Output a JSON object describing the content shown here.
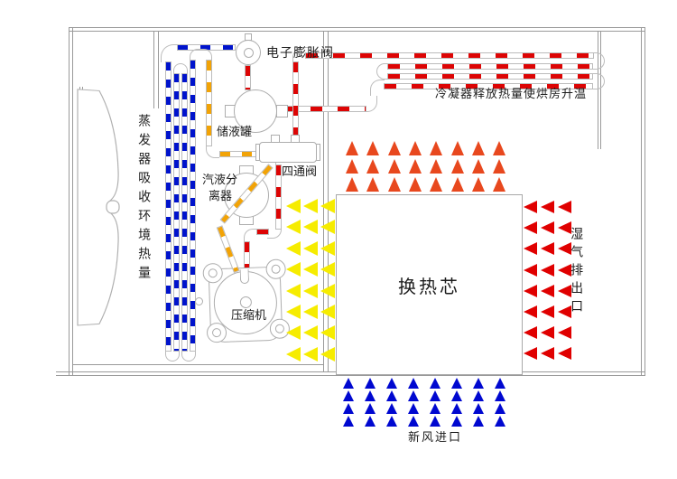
{
  "diagram": {
    "title_visible": false,
    "labels": {
      "expansion_valve": "电子膨胀阀",
      "receiver_tank": "储液罐",
      "separator_line1": "汽液分",
      "separator_line2": "离器",
      "four_way_valve": "四通阀",
      "compressor": "压缩机",
      "heat_core": "换热芯",
      "condenser_note": "冷凝器释放热量使烘房升温",
      "evaporator_note": "蒸发器吸收环境热量",
      "wet_air_outlet": "湿气排出口",
      "fresh_air_inlet": "新风进口"
    },
    "colors": {
      "evaporator_pipe": "#0013cc",
      "condenser_pipe": "#dd0404",
      "suction_pipe": "#f2a306",
      "hot_air_arrow": "#e8481e",
      "exhaust_air_arrow": "#e00000",
      "return_air_arrow": "#f6ec00",
      "fresh_air_arrow": "#0008d0",
      "pipe_outline": "#bcbcbc",
      "wall": "#9a9a9a"
    },
    "arrow_groups": [
      {
        "name": "condenser-airflow-arrows",
        "direction": "up",
        "count": 8,
        "color_key": "hot_air_arrow"
      },
      {
        "name": "exhaust-air-arrows",
        "direction": "left",
        "count": 8,
        "color_key": "exhaust_air_arrow"
      },
      {
        "name": "return-air-arrows",
        "direction": "left",
        "count": 8,
        "color_key": "return_air_arrow"
      },
      {
        "name": "fresh-air-arrows",
        "direction": "up",
        "count": 8,
        "color_key": "fresh_air_arrow"
      }
    ]
  }
}
